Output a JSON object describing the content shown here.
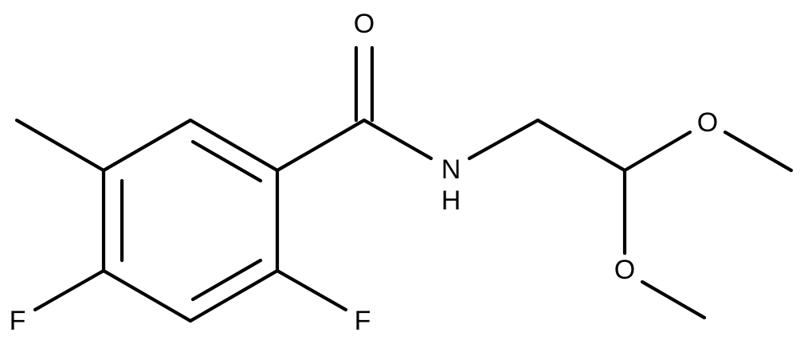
{
  "molecule": {
    "atoms": {
      "oxygen_carbonyl": "O",
      "nitrogen": "N",
      "nitrogen_h": "H",
      "oxygen_methoxy_upper": "O",
      "oxygen_methoxy_lower": "O",
      "fluorine_2": "F",
      "fluorine_4": "F"
    }
  },
  "colors": {
    "bond": "#000000",
    "label": "#000000",
    "background": "#ffffff"
  }
}
